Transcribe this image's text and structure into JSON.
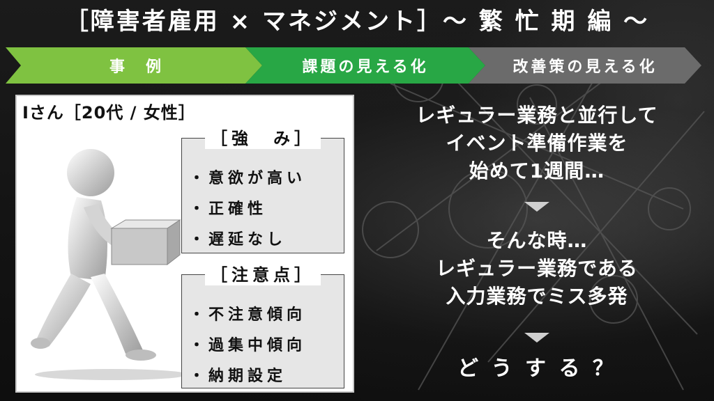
{
  "title": "［障害者雇用 × マネジメント］～ 繁 忙 期 編 ～",
  "steps": [
    {
      "label": "事　例",
      "color": "#7fc241"
    },
    {
      "label": "課題の見える化",
      "color": "#28a745"
    },
    {
      "label": "改善策の見える化",
      "color": "#6b6b6b"
    }
  ],
  "profile": {
    "name": "Iさん［20代 / 女性］",
    "strengths": {
      "label": "［強　み］",
      "items": [
        "・意欲が高い",
        "・正確性",
        "・遅延なし"
      ]
    },
    "cautions": {
      "label": "［注意点］",
      "items": [
        "・不注意傾向",
        "・過集中傾向",
        "・納期設定"
      ]
    }
  },
  "narrative": {
    "block1": [
      "レギュラー業務と並行して",
      "イベント準備作業を",
      "始めて1週間…"
    ],
    "block2": [
      "そんな時…",
      "レギュラー業務である",
      "入力業務でミス多発"
    ],
    "question": "ど う す る ？"
  }
}
